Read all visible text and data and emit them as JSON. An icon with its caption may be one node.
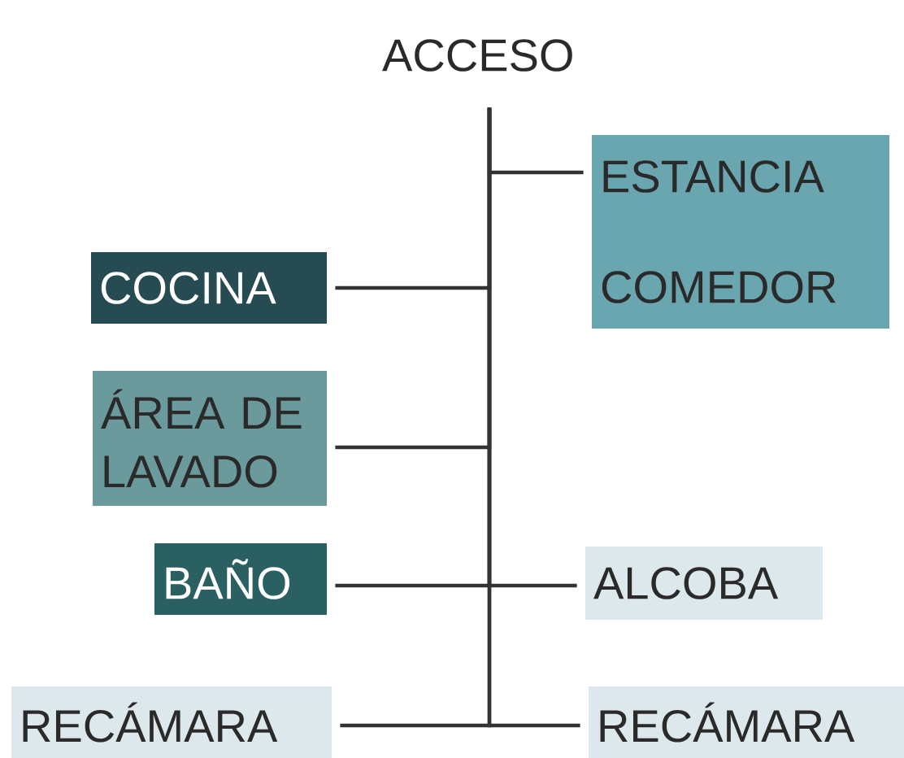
{
  "diagram": {
    "nodes": [
      {
        "text": [
          "ACCESO"
        ]
      },
      {
        "text": [
          "ESTANCIA",
          "COMEDOR"
        ]
      },
      {
        "text": [
          "COCINA"
        ]
      },
      {
        "text": [
          "ÁREA DE LAVADO"
        ]
      },
      {
        "text": [
          "BAÑO"
        ]
      },
      {
        "text": [
          "ALCOBA"
        ]
      },
      {
        "text": [
          "RECÁMARA"
        ]
      },
      {
        "text": [
          "RECÁMARA"
        ]
      }
    ],
    "edges": [
      {
        "from": 0,
        "to": 1,
        "arrow": "none"
      },
      {
        "from": 0,
        "to": 2,
        "arrow": "none"
      },
      {
        "from": 0,
        "to": 3,
        "arrow": "none"
      },
      {
        "from": 0,
        "to": 4,
        "arrow": "none"
      },
      {
        "from": 0,
        "to": 5,
        "arrow": "none"
      },
      {
        "from": 0,
        "to": 6,
        "arrow": "none"
      },
      {
        "from": 0,
        "to": 7,
        "arrow": "none"
      }
    ]
  }
}
